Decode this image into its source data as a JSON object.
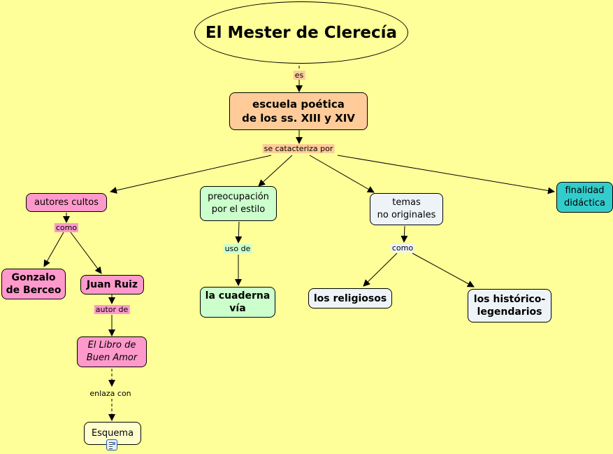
{
  "colors": {
    "background": "#ffff99",
    "root": "#ffff99",
    "escuela": "#ffcc99",
    "autores": "#ff99cc",
    "estilo": "#ccffcc",
    "temas": "#eef3f7",
    "finalidad": "#33cccc",
    "esquema": "#ffffcc"
  },
  "concepts": {
    "root": "El Mester de Clerecía",
    "escuela": "escuela poética\nde los ss. XIII y XIV",
    "autores": "autores cultos",
    "gonzalo": "Gonzalo\nde Berceo",
    "juan": "Juan Ruiz",
    "libro": "El Libro de\nBuen Amor",
    "esquema": "Esquema",
    "estilo": "preocupación\npor el estilo",
    "cuaderna": "la cuaderna\nvía",
    "temas": "temas\nno originales",
    "religiosos": "los religiosos",
    "historicos": "los histórico-\nlegendarios",
    "finalidad": "finalidad\ndidáctica"
  },
  "links": {
    "es": "es",
    "caracteriza": "se catacteriza por",
    "como_autores": "como",
    "autor_de": "autor de",
    "enlaza": "enlaza con",
    "uso_de": "uso de",
    "como_temas": "como"
  },
  "icons": {
    "esquema_resource": "document-resource-icon"
  }
}
